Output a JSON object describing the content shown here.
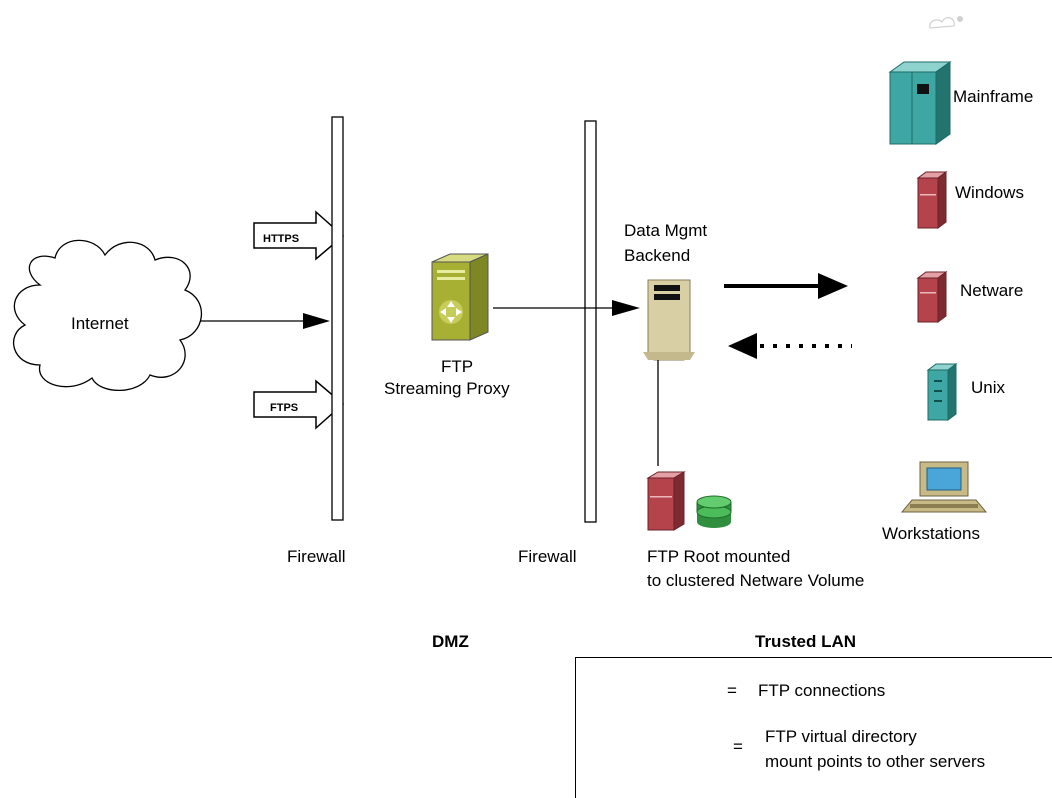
{
  "nodes": {
    "internet": "Internet",
    "https": "HTTPS",
    "ftps": "FTPS",
    "firewall_left": "Firewall",
    "firewall_right": "Firewall",
    "proxy_line1": "FTP",
    "proxy_line2": "Streaming Proxy",
    "backend_line1": "Data Mgmt",
    "backend_line2": "Backend",
    "root_line1": "FTP Root  mounted",
    "root_line2": "to clustered Netware Volume",
    "mainframe": "Mainframe",
    "windows": "Windows",
    "netware": "Netware",
    "unix": "Unix",
    "workstations": "Workstations"
  },
  "zones": {
    "dmz": "DMZ",
    "trusted": "Trusted LAN"
  },
  "legend": {
    "eq1": "=",
    "ftp_connections": "FTP connections",
    "eq2": "=",
    "mount_line1": "FTP virtual directory",
    "mount_line2": "mount points to other servers"
  },
  "colors": {
    "server_red": "#b5434b",
    "proxy_green": "#a8b033",
    "mainframe_teal": "#3fa7a3",
    "backend_tan": "#d9cfa4",
    "db_green": "#3aa34a"
  }
}
